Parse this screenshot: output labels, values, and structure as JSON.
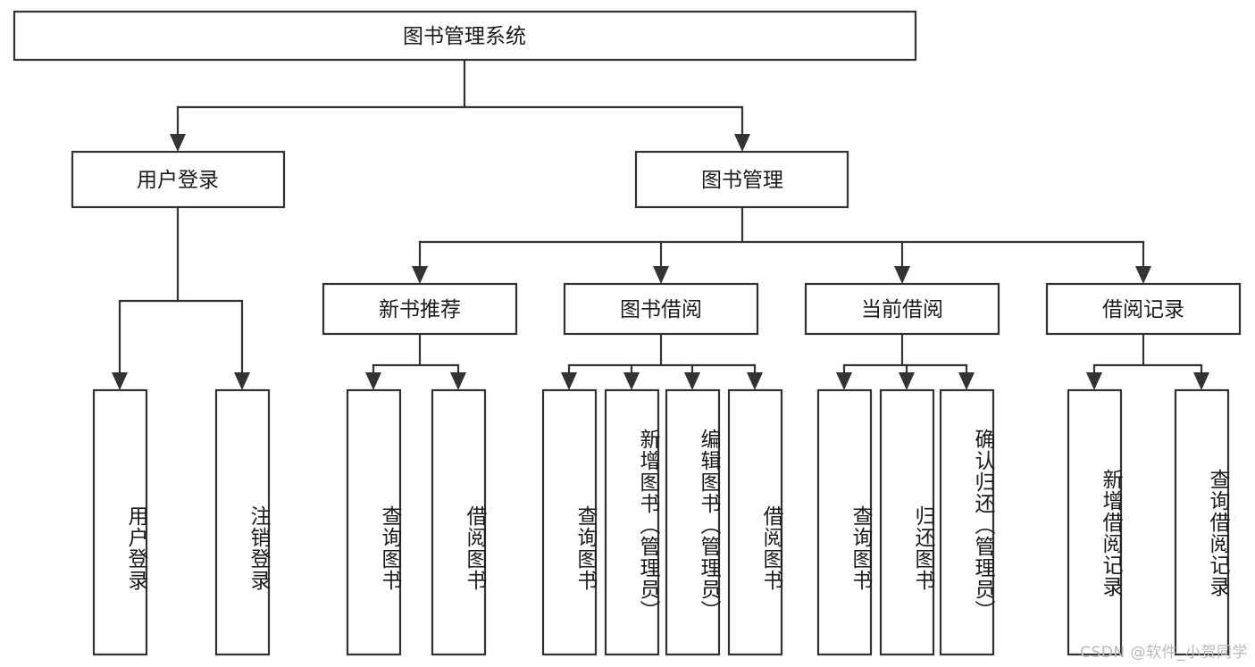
{
  "diagram": {
    "title": "图书管理系统",
    "type": "tree-hierarchy-diagram",
    "colors": {
      "box_stroke": "#333333",
      "box_fill": "#ffffff",
      "text": "#1a1a1a",
      "background": "#ffffff",
      "watermark": "#b9b9b9"
    },
    "levels": {
      "root": {
        "label": "图书管理系统"
      },
      "level2": [
        {
          "id": "user-login",
          "label": "用户登录"
        },
        {
          "id": "book-manage",
          "label": "图书管理"
        }
      ],
      "level3": [
        {
          "id": "new-book-recommend",
          "label": "新书推荐",
          "parent": "book-manage"
        },
        {
          "id": "book-borrow",
          "label": "图书借阅",
          "parent": "book-manage"
        },
        {
          "id": "current-borrow",
          "label": "当前借阅",
          "parent": "book-manage"
        },
        {
          "id": "borrow-record",
          "label": "借阅记录",
          "parent": "book-manage"
        }
      ],
      "leaves": {
        "user_login": [
          {
            "id": "leaf-user-login",
            "label": "用户登录"
          },
          {
            "id": "leaf-logout-login",
            "label": "注销登录"
          }
        ],
        "new_book_recommend": [
          {
            "id": "leaf-query-book-1",
            "label": "查询图书"
          },
          {
            "id": "leaf-borrow-book-1",
            "label": "借阅图书"
          }
        ],
        "book_borrow": [
          {
            "id": "leaf-query-book-2",
            "label": "查询图书"
          },
          {
            "id": "leaf-add-book",
            "label": "新增图书（管理员）"
          },
          {
            "id": "leaf-edit-book",
            "label": "编辑图书（管理员）"
          },
          {
            "id": "leaf-borrow-book-2",
            "label": "借阅图书"
          }
        ],
        "current_borrow": [
          {
            "id": "leaf-query-book-3",
            "label": "查询图书"
          },
          {
            "id": "leaf-return-book",
            "label": "归还图书"
          },
          {
            "id": "leaf-confirm-return",
            "label": "确认归还（管理员）"
          }
        ],
        "borrow_record": [
          {
            "id": "leaf-add-record",
            "label": "新增借阅记录"
          },
          {
            "id": "leaf-query-record",
            "label": "查询借阅记录"
          }
        ]
      }
    }
  },
  "watermark": {
    "text": "CSDN @软件_小贺同学"
  }
}
